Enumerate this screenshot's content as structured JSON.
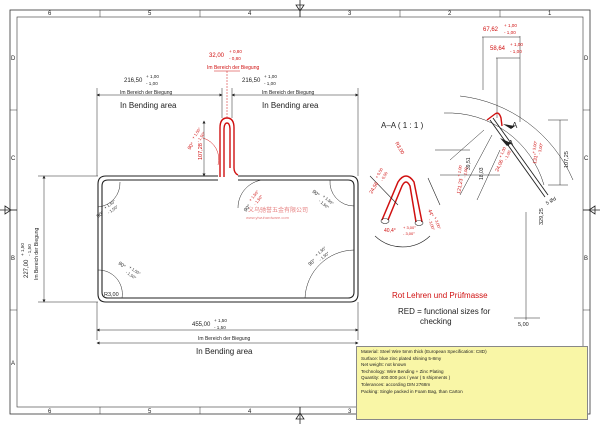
{
  "border_cols": [
    "6",
    "5",
    "4",
    "3",
    "2",
    "1"
  ],
  "border_rows": [
    "D",
    "C",
    "B",
    "A"
  ],
  "top_tol": {
    "nom": "32,00",
    "up": "+ 0,80",
    "lo": "- 0,80",
    "label": "Im Bereich der Biegung"
  },
  "dim_216": {
    "nom": "216,50",
    "up": "+ 1,00",
    "lo": "- 1,00"
  },
  "im_bereich": "Im Bereich der Biegung",
  "in_bending": "In Bending area",
  "dim_107_28": "107,28",
  "angle_90": "90°",
  "angle_up": "+ 1,50°",
  "angle_lo": "- 1,50°",
  "dim_227": {
    "nom": "227,00",
    "up": "+ 1,50",
    "lo": "- 1,50"
  },
  "dim_r3": "R3,00",
  "dim_455": {
    "nom": "455,00",
    "up": "+ 1,50",
    "lo": "- 1,50"
  },
  "watermark": "义乌驰誉五金有限公司",
  "watermark_url": "www.yiwuhardware.com",
  "section_label": "A–A ( 1 : 1 )",
  "r3_section": "R3,00",
  "dim_2456": {
    "nom": "24,56",
    "up": "+ 0,50",
    "lo": "- 0,50"
  },
  "dim_404": {
    "nom": "40,4°",
    "up": "+ 3,00°",
    "lo": "- 3,00°"
  },
  "dim_44": {
    "nom": "44°",
    "up": "+ 3,00°",
    "lo": "- 3,00°"
  },
  "dim_6762": {
    "nom": "67,62",
    "up": "+ 1,00",
    "lo": "- 1,00"
  },
  "dim_5864": {
    "nom": "58,64",
    "up": "+ 1,00",
    "lo": "- 1,00"
  },
  "dim_107_25": "107,25",
  "dim_131": {
    "nom": "131°",
    "up": "+ 3,00°",
    "lo": "- 3,00°"
  },
  "dim_3951": "39,51",
  "dim_1803": "18,03",
  "dim_2406": {
    "nom": "24,06",
    "up": "+ 1,00",
    "lo": "- 1,00"
  },
  "dim_12123": {
    "nom": "121,23",
    "up": "+ 1,00",
    "lo": "- 1,00"
  },
  "dim_329": "329,25",
  "dim_5": "5,00",
  "dim_5m": "5 Ød",
  "letter_a": "A",
  "legend_title": "Rot Lehren und Prüfmasse",
  "legend_line1": "RED = functional sizes for",
  "legend_line2": "checking",
  "colors": {
    "red": "#d01010",
    "line": "#222222",
    "note_bg": "#f9f6a6"
  },
  "notes": [
    "Material: Steel Wire 5mm thick  (European Specification: C8D)",
    "Surface: blue zinc plated shining 5-8my",
    "Net weight: not known",
    "Technology: Wire Bending + Zinc Plating",
    "Quantity: 400.000 pcs / year ( 5 shipments )",
    "Tolerances: according DIN 2768m",
    "Packing: Single packed in Foam Bag, than Carton"
  ]
}
